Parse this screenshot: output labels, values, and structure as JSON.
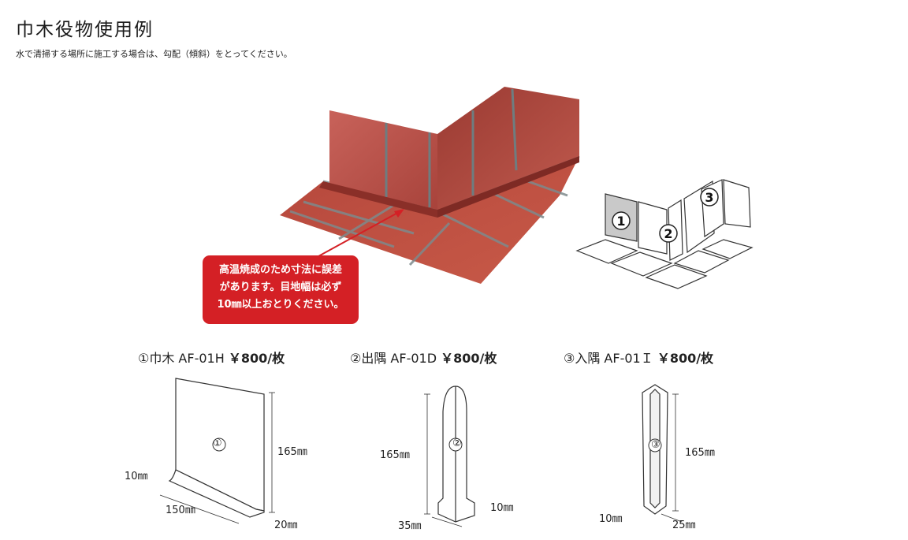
{
  "header": {
    "title": "巾木役物使用例",
    "note": "水で清掃する場所に施工する場合は、勾配（傾斜）をとってください。"
  },
  "photo": {
    "callout": "高温焼成のため寸法に誤差\nがあります。目地幅は必ず\n10㎜以上おとりください。"
  },
  "diagram": {
    "markers": [
      "1",
      "2",
      "3"
    ]
  },
  "products": [
    {
      "name": "①巾木 AF-01H",
      "price": "￥800/枚",
      "marker": "①",
      "dims": {
        "height": "165㎜",
        "thickness": "10㎜",
        "width": "150㎜",
        "depth": "20㎜"
      }
    },
    {
      "name": "②出隅 AF-01D",
      "price": "￥800/枚",
      "marker": "②",
      "dims": {
        "height": "165㎜",
        "thickness": "10㎜",
        "width": "35㎜"
      }
    },
    {
      "name": "③入隅 AF-01Ｉ",
      "price": "￥800/枚",
      "marker": "③",
      "dims": {
        "height": "165㎜",
        "thickness": "10㎜",
        "width": "25㎜"
      }
    }
  ]
}
